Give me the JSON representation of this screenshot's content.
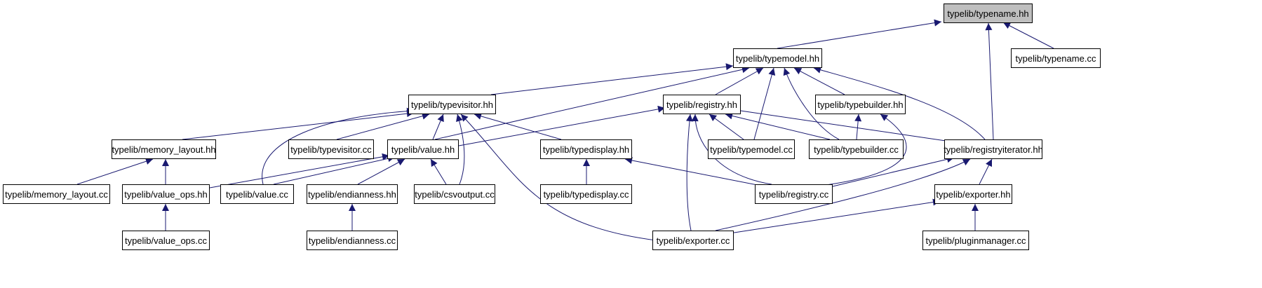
{
  "graph": {
    "edge_color": "#191970",
    "root_fill": "#bfbfbf",
    "nodes": [
      {
        "id": "typename_hh",
        "label": "typelib/typename.hh",
        "root": true
      },
      {
        "id": "typemodel_hh",
        "label": "typelib/typemodel.hh"
      },
      {
        "id": "typename_cc",
        "label": "typelib/typename.cc"
      },
      {
        "id": "typevisitor_hh",
        "label": "typelib/typevisitor.hh"
      },
      {
        "id": "registry_hh",
        "label": "typelib/registry.hh"
      },
      {
        "id": "typebuilder_hh",
        "label": "typelib/typebuilder.hh"
      },
      {
        "id": "memory_layout_hh",
        "label": "typelib/memory_layout.hh"
      },
      {
        "id": "typevisitor_cc",
        "label": "typelib/typevisitor.cc"
      },
      {
        "id": "value_hh",
        "label": "typelib/value.hh"
      },
      {
        "id": "typedisplay_hh",
        "label": "typelib/typedisplay.hh"
      },
      {
        "id": "typemodel_cc",
        "label": "typelib/typemodel.cc"
      },
      {
        "id": "typebuilder_cc",
        "label": "typelib/typebuilder.cc"
      },
      {
        "id": "registryiterator_hh",
        "label": "typelib/registryiterator.hh"
      },
      {
        "id": "memory_layout_cc",
        "label": "typelib/memory_layout.cc"
      },
      {
        "id": "value_ops_hh",
        "label": "typelib/value_ops.hh"
      },
      {
        "id": "value_cc",
        "label": "typelib/value.cc"
      },
      {
        "id": "endianness_hh",
        "label": "typelib/endianness.hh"
      },
      {
        "id": "csvoutput_cc",
        "label": "typelib/csvoutput.cc"
      },
      {
        "id": "typedisplay_cc",
        "label": "typelib/typedisplay.cc"
      },
      {
        "id": "registry_cc",
        "label": "typelib/registry.cc"
      },
      {
        "id": "exporter_hh",
        "label": "typelib/exporter.hh"
      },
      {
        "id": "value_ops_cc",
        "label": "typelib/value_ops.cc"
      },
      {
        "id": "endianness_cc",
        "label": "typelib/endianness.cc"
      },
      {
        "id": "exporter_cc",
        "label": "typelib/exporter.cc"
      },
      {
        "id": "pluginmanager_cc",
        "label": "typelib/pluginmanager.cc"
      }
    ],
    "edges": [
      {
        "from": "typemodel_hh",
        "to": "typename_hh"
      },
      {
        "from": "typename_cc",
        "to": "typename_hh"
      },
      {
        "from": "registryiterator_hh",
        "to": "typename_hh"
      },
      {
        "from": "typevisitor_hh",
        "to": "typemodel_hh"
      },
      {
        "from": "value_hh",
        "to": "typemodel_hh"
      },
      {
        "from": "registry_hh",
        "to": "typemodel_hh"
      },
      {
        "from": "typemodel_cc",
        "to": "typemodel_hh"
      },
      {
        "from": "typebuilder_cc",
        "to": "typemodel_hh"
      },
      {
        "from": "typebuilder_hh",
        "to": "typemodel_hh"
      },
      {
        "from": "registryiterator_hh",
        "to": "typemodel_hh"
      },
      {
        "from": "memory_layout_hh",
        "to": "typevisitor_hh"
      },
      {
        "from": "typevisitor_cc",
        "to": "typevisitor_hh"
      },
      {
        "from": "value_hh",
        "to": "typevisitor_hh"
      },
      {
        "from": "value_cc",
        "to": "typevisitor_hh"
      },
      {
        "from": "csvoutput_cc",
        "to": "typevisitor_hh"
      },
      {
        "from": "typedisplay_hh",
        "to": "typevisitor_hh"
      },
      {
        "from": "exporter_cc",
        "to": "typevisitor_hh"
      },
      {
        "from": "value_hh",
        "to": "registry_hh"
      },
      {
        "from": "typemodel_cc",
        "to": "registry_hh"
      },
      {
        "from": "typebuilder_cc",
        "to": "registry_hh"
      },
      {
        "from": "registryiterator_hh",
        "to": "registry_hh"
      },
      {
        "from": "registry_cc",
        "to": "registry_hh"
      },
      {
        "from": "exporter_cc",
        "to": "registry_hh"
      },
      {
        "from": "typebuilder_cc",
        "to": "typebuilder_hh"
      },
      {
        "from": "registry_cc",
        "to": "typebuilder_hh"
      },
      {
        "from": "memory_layout_cc",
        "to": "memory_layout_hh"
      },
      {
        "from": "value_ops_hh",
        "to": "memory_layout_hh"
      },
      {
        "from": "value_ops_hh",
        "to": "value_hh"
      },
      {
        "from": "value_cc",
        "to": "value_hh"
      },
      {
        "from": "endianness_hh",
        "to": "value_hh"
      },
      {
        "from": "csvoutput_cc",
        "to": "value_hh"
      },
      {
        "from": "typedisplay_cc",
        "to": "typedisplay_hh"
      },
      {
        "from": "registry_cc",
        "to": "typedisplay_hh"
      },
      {
        "from": "registry_cc",
        "to": "registryiterator_hh"
      },
      {
        "from": "exporter_hh",
        "to": "registryiterator_hh"
      },
      {
        "from": "exporter_cc",
        "to": "registryiterator_hh"
      },
      {
        "from": "value_ops_cc",
        "to": "value_ops_hh"
      },
      {
        "from": "endianness_cc",
        "to": "endianness_hh"
      },
      {
        "from": "exporter_cc",
        "to": "exporter_hh"
      },
      {
        "from": "pluginmanager_cc",
        "to": "exporter_hh"
      }
    ]
  }
}
